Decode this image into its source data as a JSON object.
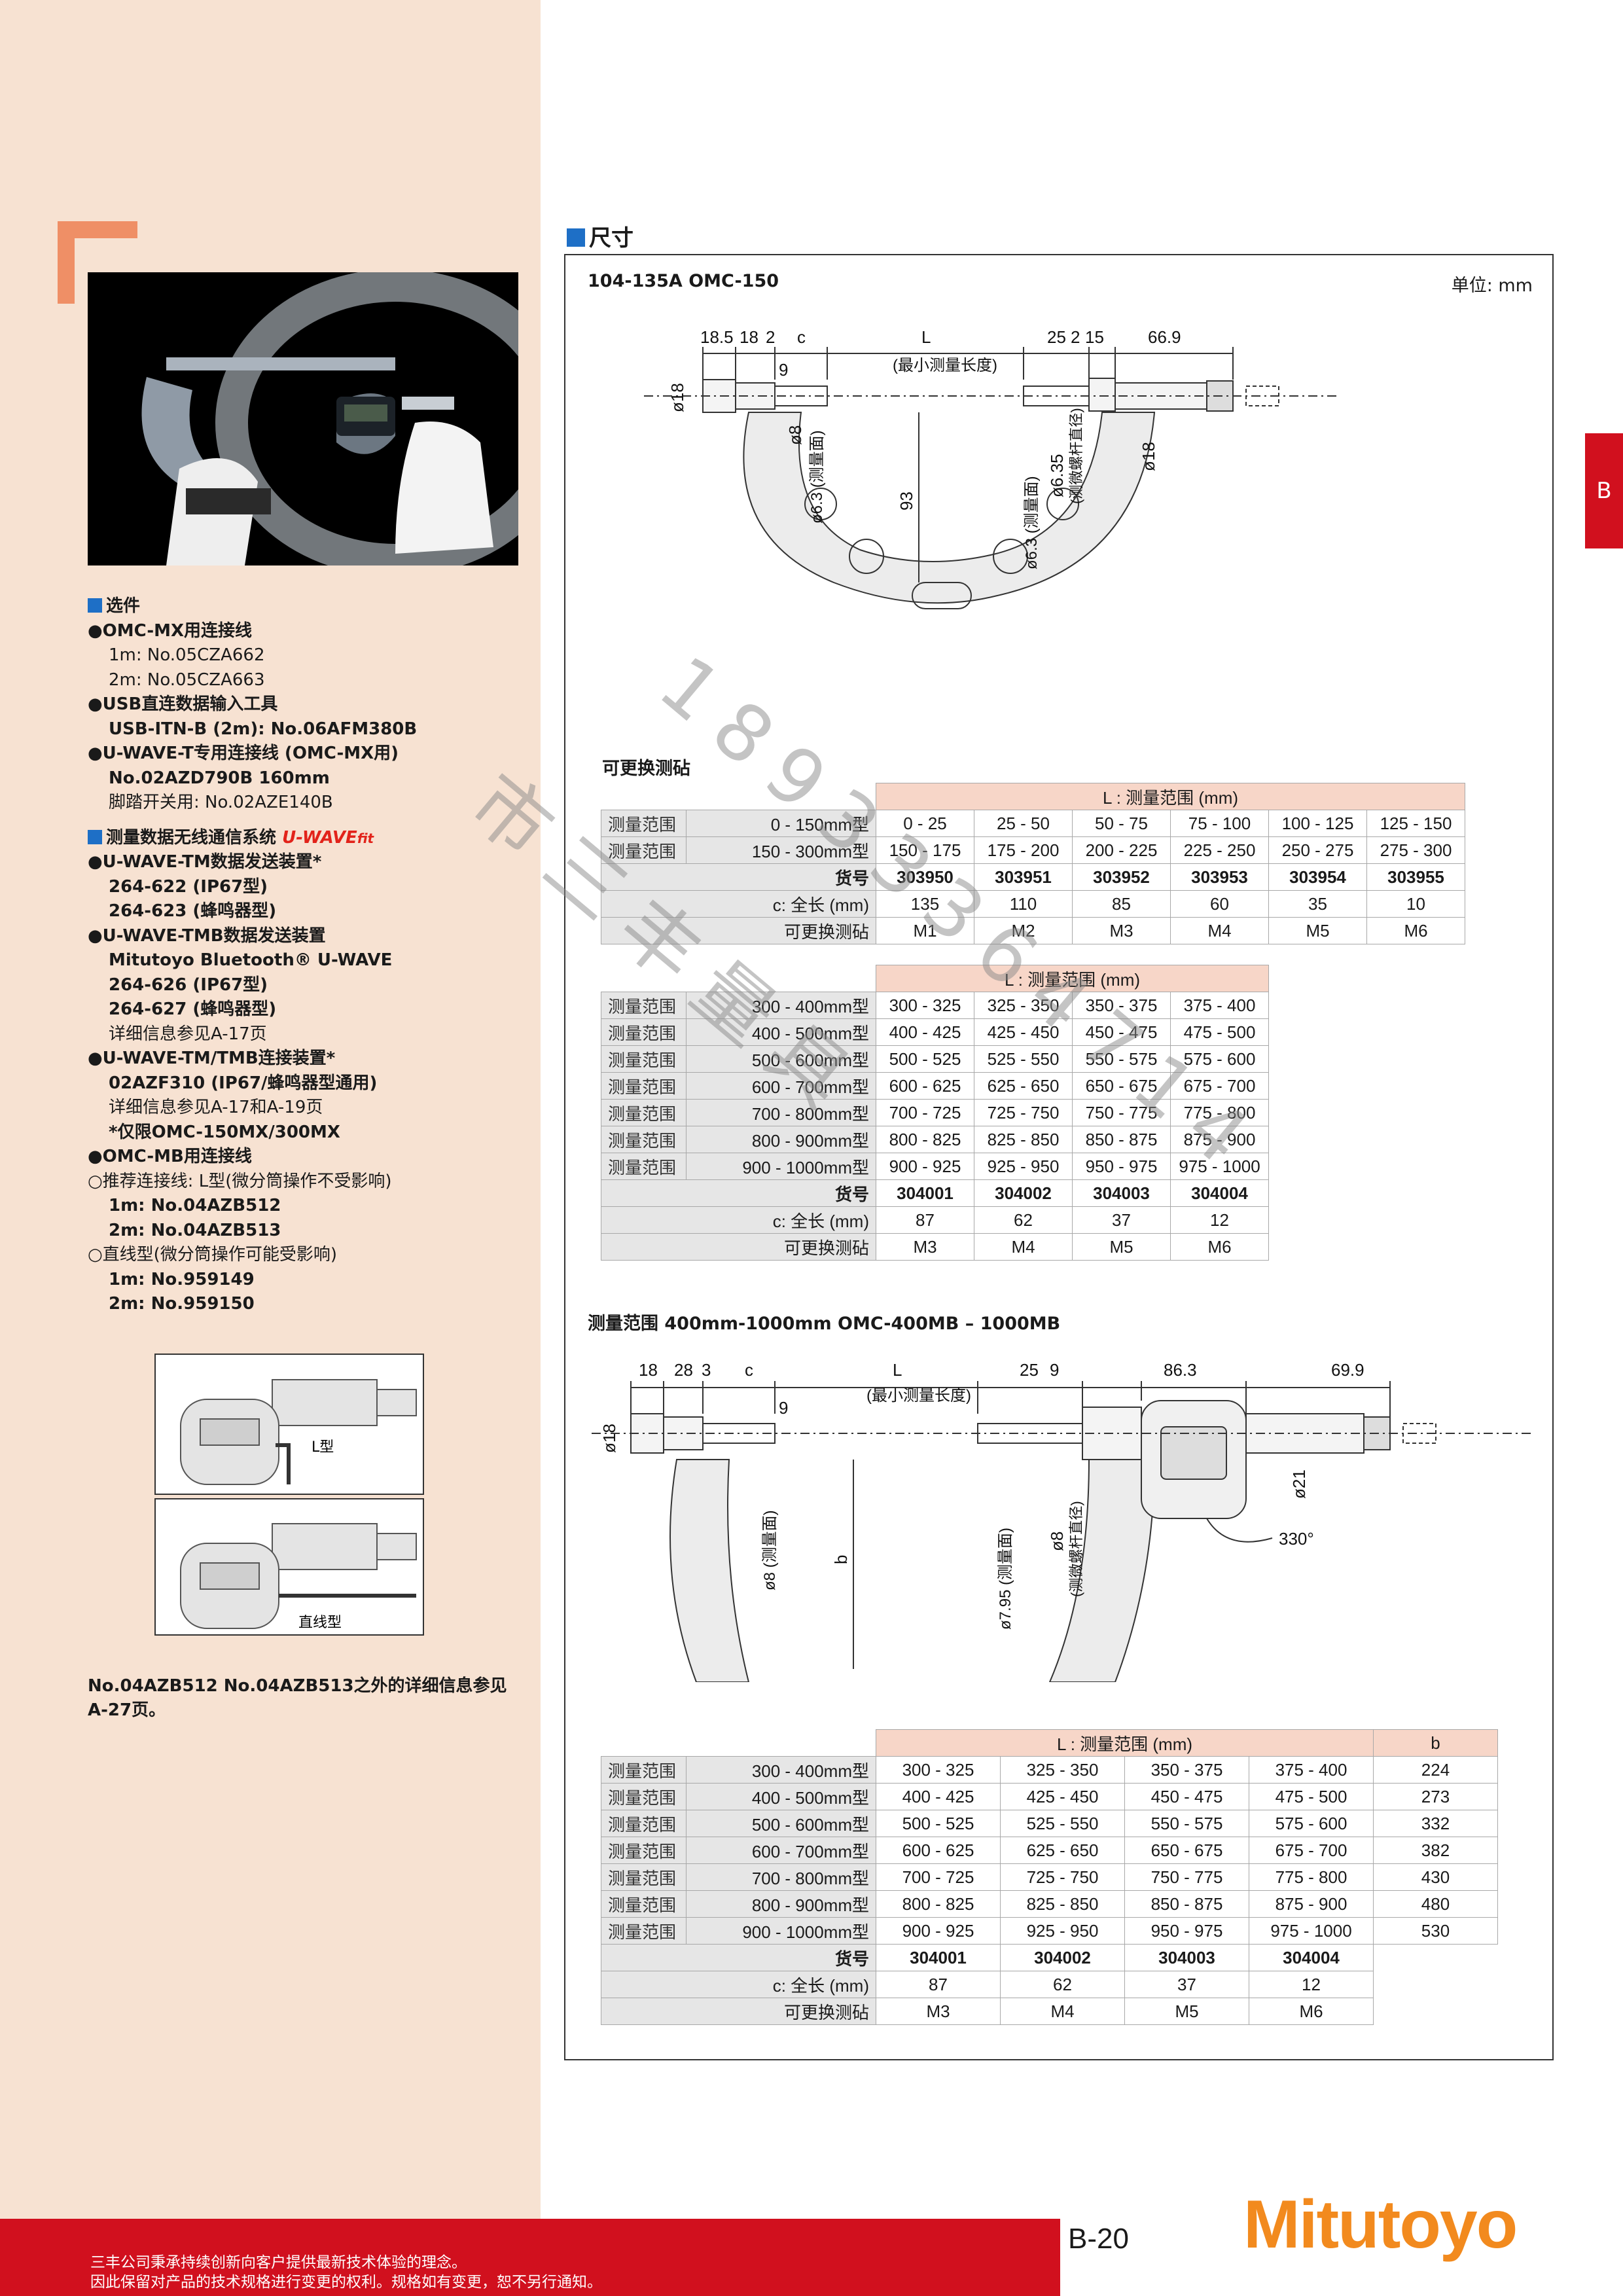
{
  "options": {
    "title": "选件",
    "lines": [
      "●OMC-MX用连接线",
      "1m: No.05CZA662",
      "2m: No.05CZA663",
      "●USB直连数据输入工具",
      "USB-ITN-B (2m): No.06AFM380B",
      "●U-WAVE-T专用连接线 (OMC-MX用)",
      "No.02AZD790B 160mm",
      "脚踏开关用: No.02AZE140B"
    ],
    "wireless_title": "测量数据无线通信系统",
    "wireless_brand": "U-WAVE",
    "wireless_brand2": "fit",
    "lines2": [
      "●U-WAVE-TM数据发送装置*",
      "264-622 (IP67型)",
      "264-623 (蜂鸣器型)",
      "●U-WAVE-TMB数据发送装置",
      "Mitutoyo Bluetooth® U-WAVE",
      "264-626 (IP67型)",
      "264-627 (蜂鸣器型)",
      "详细信息参见A-17页",
      "●U-WAVE-TM/TMB连接装置*",
      "02AZF310 (IP67/蜂鸣器型通用)",
      "详细信息参见A-17和A-19页",
      "*仅限OMC-150MX/300MX",
      "●OMC-MB用连接线",
      "○推荐连接线: L型(微分筒操作不受影响)",
      "1m: No.04AZB512",
      "2m: No.04AZB513",
      "○直线型(微分筒操作可能受影响)",
      "1m: No.959149",
      "2m: No.959150"
    ],
    "fig_label_l": "L型",
    "fig_label_straight": "直线型",
    "note": "No.04AZB512 No.04AZB513之外的详细信息参见A-27页。"
  },
  "section_title": "尺寸",
  "unit": "单位: mm",
  "fig1": {
    "title": "104-135A OMC-150",
    "dims": [
      "18.5",
      "18",
      "2",
      "c",
      "L",
      "(最小测量长度)",
      "25",
      "2",
      "15",
      "66.9",
      "ø18",
      "9",
      "ø8",
      "ø6.3 (测量面)",
      "93",
      "ø6.3 (测量面)",
      "ø6.35",
      "(测微螺杆直径)",
      "ø18"
    ]
  },
  "table1": {
    "label": "可更换测砧",
    "header": "L : 测量范围 (mm)",
    "rows": [
      {
        "lab": "测量范围",
        "type": "0 - 150mm型",
        "vals": [
          "0 - 25",
          "25 - 50",
          "50 - 75",
          "75 - 100",
          "100 - 125",
          "125 - 150"
        ]
      },
      {
        "lab": "测量范围",
        "type": "150 - 300mm型",
        "vals": [
          "150 - 175",
          "175 - 200",
          "200 - 225",
          "225 - 250",
          "250 - 275",
          "275 - 300"
        ]
      }
    ],
    "code_label": "货号",
    "codes": [
      "303950",
      "303951",
      "303952",
      "303953",
      "303954",
      "303955"
    ],
    "c_label": "c: 全长 (mm)",
    "c_vals": [
      "135",
      "110",
      "85",
      "60",
      "35",
      "10"
    ],
    "anvil_label": "可更换测砧",
    "anvils": [
      "M1",
      "M2",
      "M3",
      "M4",
      "M5",
      "M6"
    ]
  },
  "table2": {
    "header": "L : 测量范围 (mm)",
    "rows": [
      {
        "lab": "测量范围",
        "type": "300 - 400mm型",
        "vals": [
          "300 - 325",
          "325 - 350",
          "350 - 375",
          "375 - 400"
        ]
      },
      {
        "lab": "测量范围",
        "type": "400 - 500mm型",
        "vals": [
          "400 - 425",
          "425 - 450",
          "450 - 475",
          "475 - 500"
        ]
      },
      {
        "lab": "测量范围",
        "type": "500 - 600mm型",
        "vals": [
          "500 - 525",
          "525 - 550",
          "550 - 575",
          "575 - 600"
        ]
      },
      {
        "lab": "测量范围",
        "type": "600 - 700mm型",
        "vals": [
          "600 - 625",
          "625 - 650",
          "650 - 675",
          "675 - 700"
        ]
      },
      {
        "lab": "测量范围",
        "type": "700 - 800mm型",
        "vals": [
          "700 - 725",
          "725 - 750",
          "750 - 775",
          "775 - 800"
        ]
      },
      {
        "lab": "测量范围",
        "type": "800 - 900mm型",
        "vals": [
          "800 - 825",
          "825 - 850",
          "850 - 875",
          "875 - 900"
        ]
      },
      {
        "lab": "测量范围",
        "type": "900 - 1000mm型",
        "vals": [
          "900 - 925",
          "925 - 950",
          "950 - 975",
          "975 - 1000"
        ]
      }
    ],
    "code_label": "货号",
    "codes": [
      "304001",
      "304002",
      "304003",
      "304004"
    ],
    "c_label": "c: 全长 (mm)",
    "c_vals": [
      "87",
      "62",
      "37",
      "12"
    ],
    "anvil_label": "可更换测砧",
    "anvils": [
      "M3",
      "M4",
      "M5",
      "M6"
    ]
  },
  "fig2": {
    "title": "测量范围 400mm-1000mm  OMC-400MB – 1000MB",
    "dims": [
      "18",
      "28",
      "3",
      "c",
      "L",
      "(最小测量长度)",
      "25",
      "9",
      "86.3",
      "69.9",
      "ø18",
      "9",
      "ø8 (测量面)",
      "b",
      "ø7.95 (测量面)",
      "ø8",
      "(测微螺杆直径)",
      "ø21",
      "330°"
    ]
  },
  "table3": {
    "header": "L : 测量范围 (mm)",
    "b_header": "b",
    "rows": [
      {
        "lab": "测量范围",
        "type": "300 - 400mm型",
        "vals": [
          "300 - 325",
          "325 - 350",
          "350 - 375",
          "375 - 400"
        ],
        "b": "224"
      },
      {
        "lab": "测量范围",
        "type": "400 - 500mm型",
        "vals": [
          "400 - 425",
          "425 - 450",
          "450 - 475",
          "475 - 500"
        ],
        "b": "273"
      },
      {
        "lab": "测量范围",
        "type": "500 - 600mm型",
        "vals": [
          "500 - 525",
          "525 - 550",
          "550 - 575",
          "575 - 600"
        ],
        "b": "332"
      },
      {
        "lab": "测量范围",
        "type": "600 - 700mm型",
        "vals": [
          "600 - 625",
          "625 - 650",
          "650 - 675",
          "675 - 700"
        ],
        "b": "382"
      },
      {
        "lab": "测量范围",
        "type": "700 - 800mm型",
        "vals": [
          "700 - 725",
          "725 - 750",
          "750 - 775",
          "775 - 800"
        ],
        "b": "430"
      },
      {
        "lab": "测量范围",
        "type": "800 - 900mm型",
        "vals": [
          "800 - 825",
          "825 - 850",
          "850 - 875",
          "875 - 900"
        ],
        "b": "480"
      },
      {
        "lab": "测量范围",
        "type": "900 - 1000mm型",
        "vals": [
          "900 - 925",
          "925 - 950",
          "950 - 975",
          "975 - 1000"
        ],
        "b": "530"
      }
    ],
    "code_label": "货号",
    "codes": [
      "304001",
      "304002",
      "304003",
      "304004"
    ],
    "c_label": "c: 全长 (mm)",
    "c_vals": [
      "87",
      "62",
      "37",
      "12"
    ],
    "anvil_label": "可更换测砧",
    "anvils": [
      "M3",
      "M4",
      "M5",
      "M6"
    ]
  },
  "side_tab": "B",
  "footer": {
    "line1": "三丰公司秉承持续创新向客户提供最新技术体验的理念。",
    "line2": "因此保留对产品的技术规格进行变更的权利。规格如有变更，恕不另行通知。"
  },
  "page_number": "B-20",
  "logo": "Mitutoyo",
  "watermark": {
    "phone": "18933364714",
    "name": "市三丰量具"
  }
}
